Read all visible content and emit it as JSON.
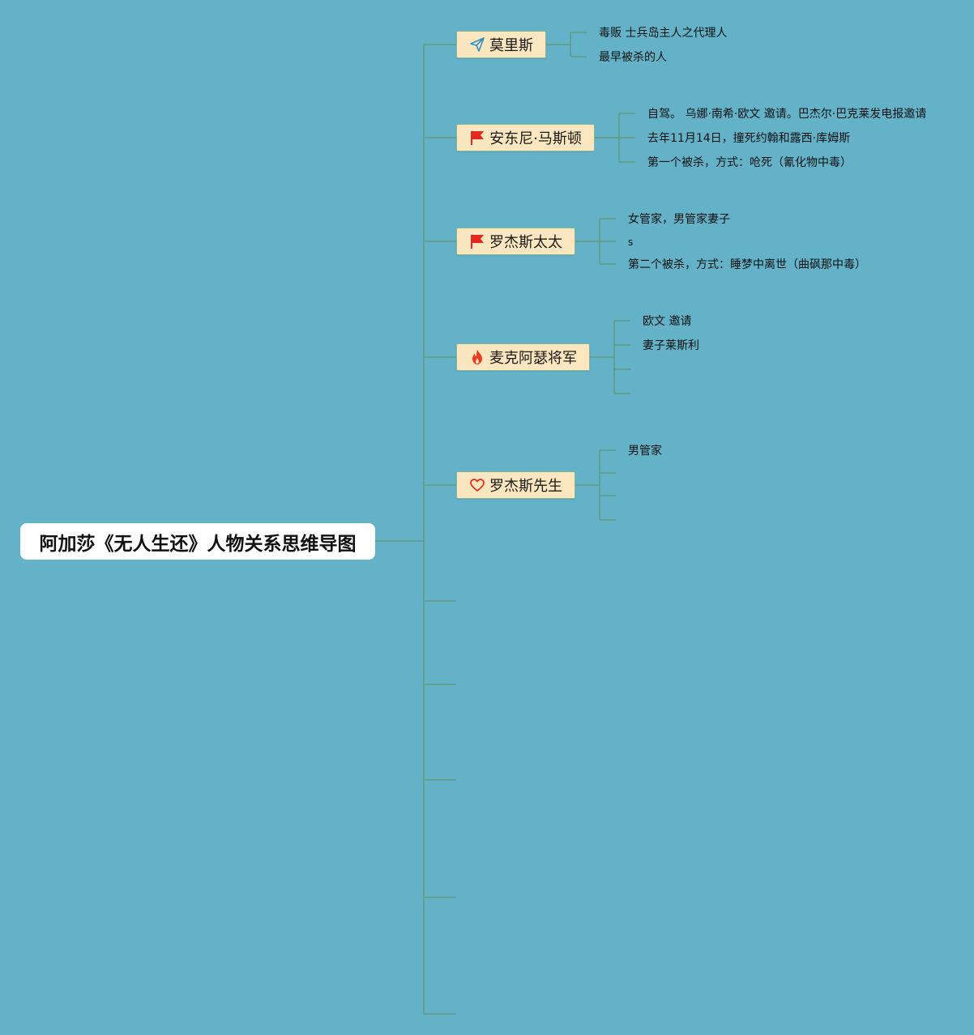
{
  "root": {
    "title": "阿加莎《无人生还》人物关系思维导图"
  },
  "branches": [
    {
      "label": "莫里斯",
      "icon": "paper-plane-icon",
      "details": [
        "毒贩 士兵岛主人之代理人",
        "最早被杀的人"
      ]
    },
    {
      "label": "安东尼·马斯顿",
      "icon": "red-flag-icon",
      "details": [
        "自驾。 乌娜·南希·欧文 邀请。巴杰尔·巴克莱发电报邀请",
        "去年11月14日，撞死约翰和露西·库姆斯",
        "第一个被杀，方式：呛死（氰化物中毒）"
      ]
    },
    {
      "label": "罗杰斯太太",
      "icon": "red-flag-icon",
      "details": [
        "女管家，男管家妻子",
        "s",
        "第二个被杀，方式：睡梦中离世（曲砜那中毒）"
      ]
    },
    {
      "label": "麦克阿瑟将军",
      "icon": "fire-icon",
      "details": [
        "欧文 邀请",
        "妻子莱斯利"
      ]
    },
    {
      "label": "罗杰斯先生",
      "icon": "heart-icon",
      "details": [
        "男管家"
      ]
    }
  ],
  "colors": {
    "background": "#63b2c8",
    "connector": "#5f9b83",
    "node_fill": "#fbe7bf",
    "flag": "#e5281f",
    "fire": "#ee3a1f",
    "plane": "#2f8fc0"
  }
}
